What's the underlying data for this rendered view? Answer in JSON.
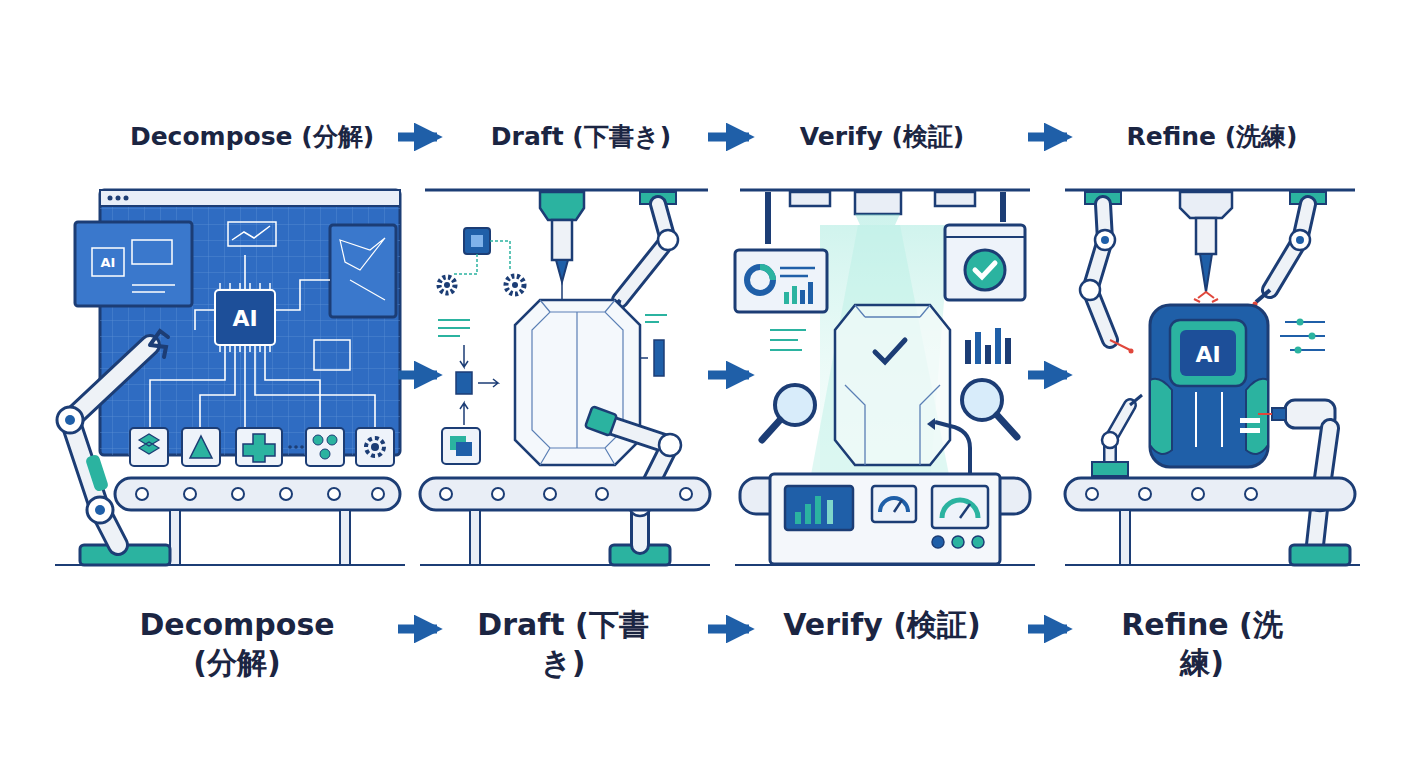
{
  "diagram": {
    "nodes": [
      {
        "text": [
          "Decompose (分解)",
          "Decompose (分解)"
        ]
      },
      {
        "text": [
          "Draft (下書き)",
          "Draft (下書き)"
        ]
      },
      {
        "text": [
          "Verify (検証)",
          "Verify (検証)"
        ]
      },
      {
        "text": [
          "Refine (洗練)",
          "Refine (洗練)"
        ]
      }
    ],
    "edges": [
      {
        "from": 0,
        "to": 1,
        "arrow": "to"
      },
      {
        "from": 1,
        "to": 2,
        "arrow": "to"
      },
      {
        "from": 2,
        "to": 3,
        "arrow": "to"
      },
      {
        "from": 0,
        "to": 1,
        "arrow": "to"
      },
      {
        "from": 1,
        "to": 2,
        "arrow": "to"
      },
      {
        "from": 2,
        "to": 3,
        "arrow": "to"
      },
      {
        "from": 0,
        "to": 1,
        "arrow": "to"
      },
      {
        "from": 1,
        "to": 2,
        "arrow": "to"
      },
      {
        "from": 2,
        "to": 3,
        "arrow": "to"
      }
    ],
    "labels": [
      "AI",
      "AI",
      "AI"
    ]
  }
}
